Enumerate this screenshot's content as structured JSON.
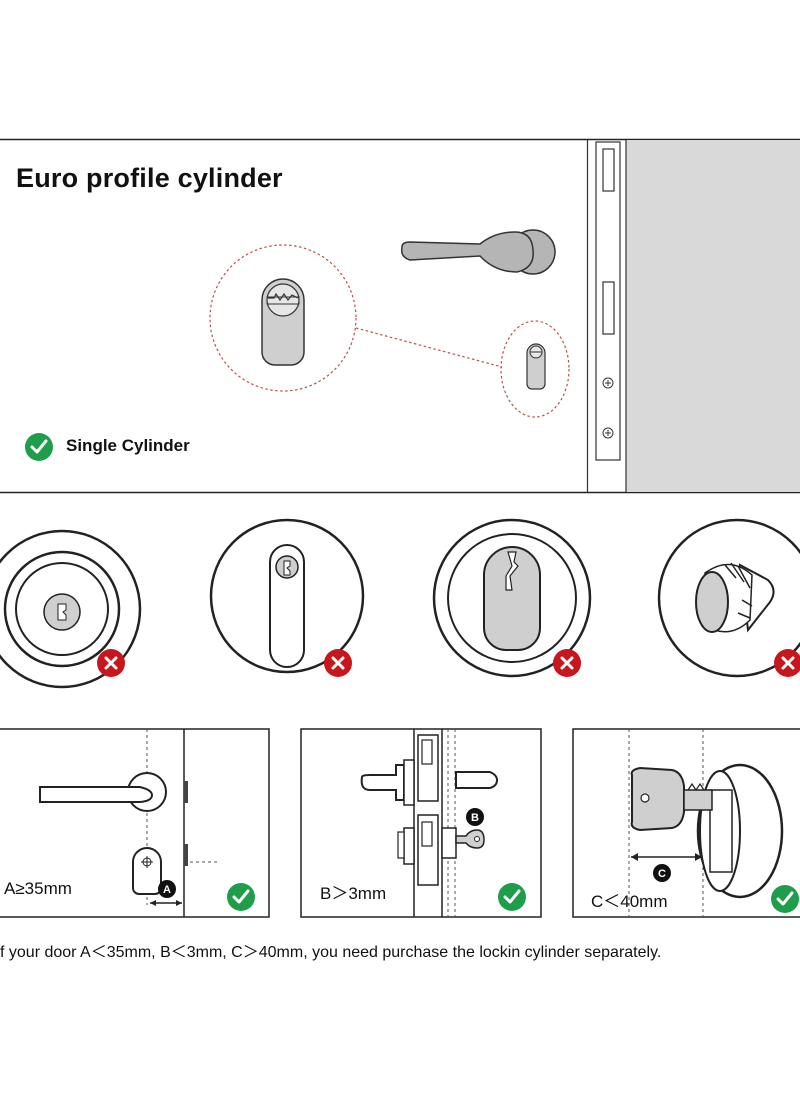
{
  "header": {
    "title": "Euro profile cylinder",
    "single_cylinder_label": "Single Cylinder"
  },
  "icons": {
    "check": "check-circle-icon",
    "cross": "cross-circle-icon"
  },
  "colors": {
    "check_green": "#1e9e4a",
    "cross_red": "#c8161d",
    "door_grey": "#d9d9d9",
    "dotted_red": "#b5524a"
  },
  "incompatible_locks": [
    {
      "type": "round-deadbolt",
      "status": "cross"
    },
    {
      "type": "oval-mortise",
      "status": "cross"
    },
    {
      "type": "oval-euro-profile",
      "status": "cross"
    },
    {
      "type": "thumb-turn-knob",
      "status": "cross"
    }
  ],
  "measurements": [
    {
      "label": "A≥35mm",
      "marker": "A",
      "status": "check"
    },
    {
      "label": "B＞3mm",
      "marker": "B",
      "status": "check"
    },
    {
      "label": "C＜40mm",
      "marker": "C",
      "status": "check"
    }
  ],
  "note": "f your door A＜35mm, B＜3mm, C＞40mm, you need purchase the lockin cylinder separately."
}
